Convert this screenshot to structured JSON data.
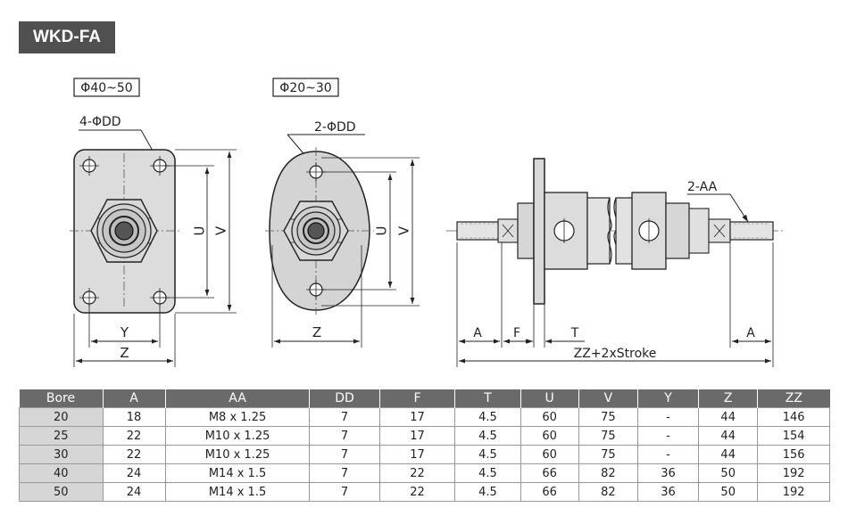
{
  "title": "WKD-FA",
  "views": {
    "large": {
      "bore_label": "Φ40~50",
      "hole_label": "4-ΦDD",
      "dim_u": "U",
      "dim_v": "V",
      "dim_y": "Y",
      "dim_z": "Z"
    },
    "small": {
      "bore_label": "Φ20~30",
      "hole_label": "2-ΦDD",
      "dim_u": "U",
      "dim_v": "V",
      "dim_z": "Z"
    },
    "side": {
      "thread_label": "2-AA",
      "dim_a_left": "A",
      "dim_f": "F",
      "dim_t": "T",
      "dim_a_right": "A",
      "dim_total": "ZZ+2xStroke"
    }
  },
  "table": {
    "headers": [
      "Bore",
      "A",
      "AA",
      "DD",
      "F",
      "T",
      "U",
      "V",
      "Y",
      "Z",
      "ZZ"
    ],
    "rows": [
      [
        "20",
        "18",
        "M8 x 1.25",
        "7",
        "17",
        "4.5",
        "60",
        "75",
        "-",
        "44",
        "146"
      ],
      [
        "25",
        "22",
        "M10 x 1.25",
        "7",
        "17",
        "4.5",
        "60",
        "75",
        "-",
        "44",
        "154"
      ],
      [
        "30",
        "22",
        "M10 x 1.25",
        "7",
        "17",
        "4.5",
        "60",
        "75",
        "-",
        "44",
        "156"
      ],
      [
        "40",
        "24",
        "M14 x 1.5",
        "7",
        "22",
        "4.5",
        "66",
        "82",
        "36",
        "50",
        "192"
      ],
      [
        "50",
        "24",
        "M14 x 1.5",
        "7",
        "22",
        "4.5",
        "66",
        "82",
        "36",
        "50",
        "192"
      ]
    ]
  }
}
